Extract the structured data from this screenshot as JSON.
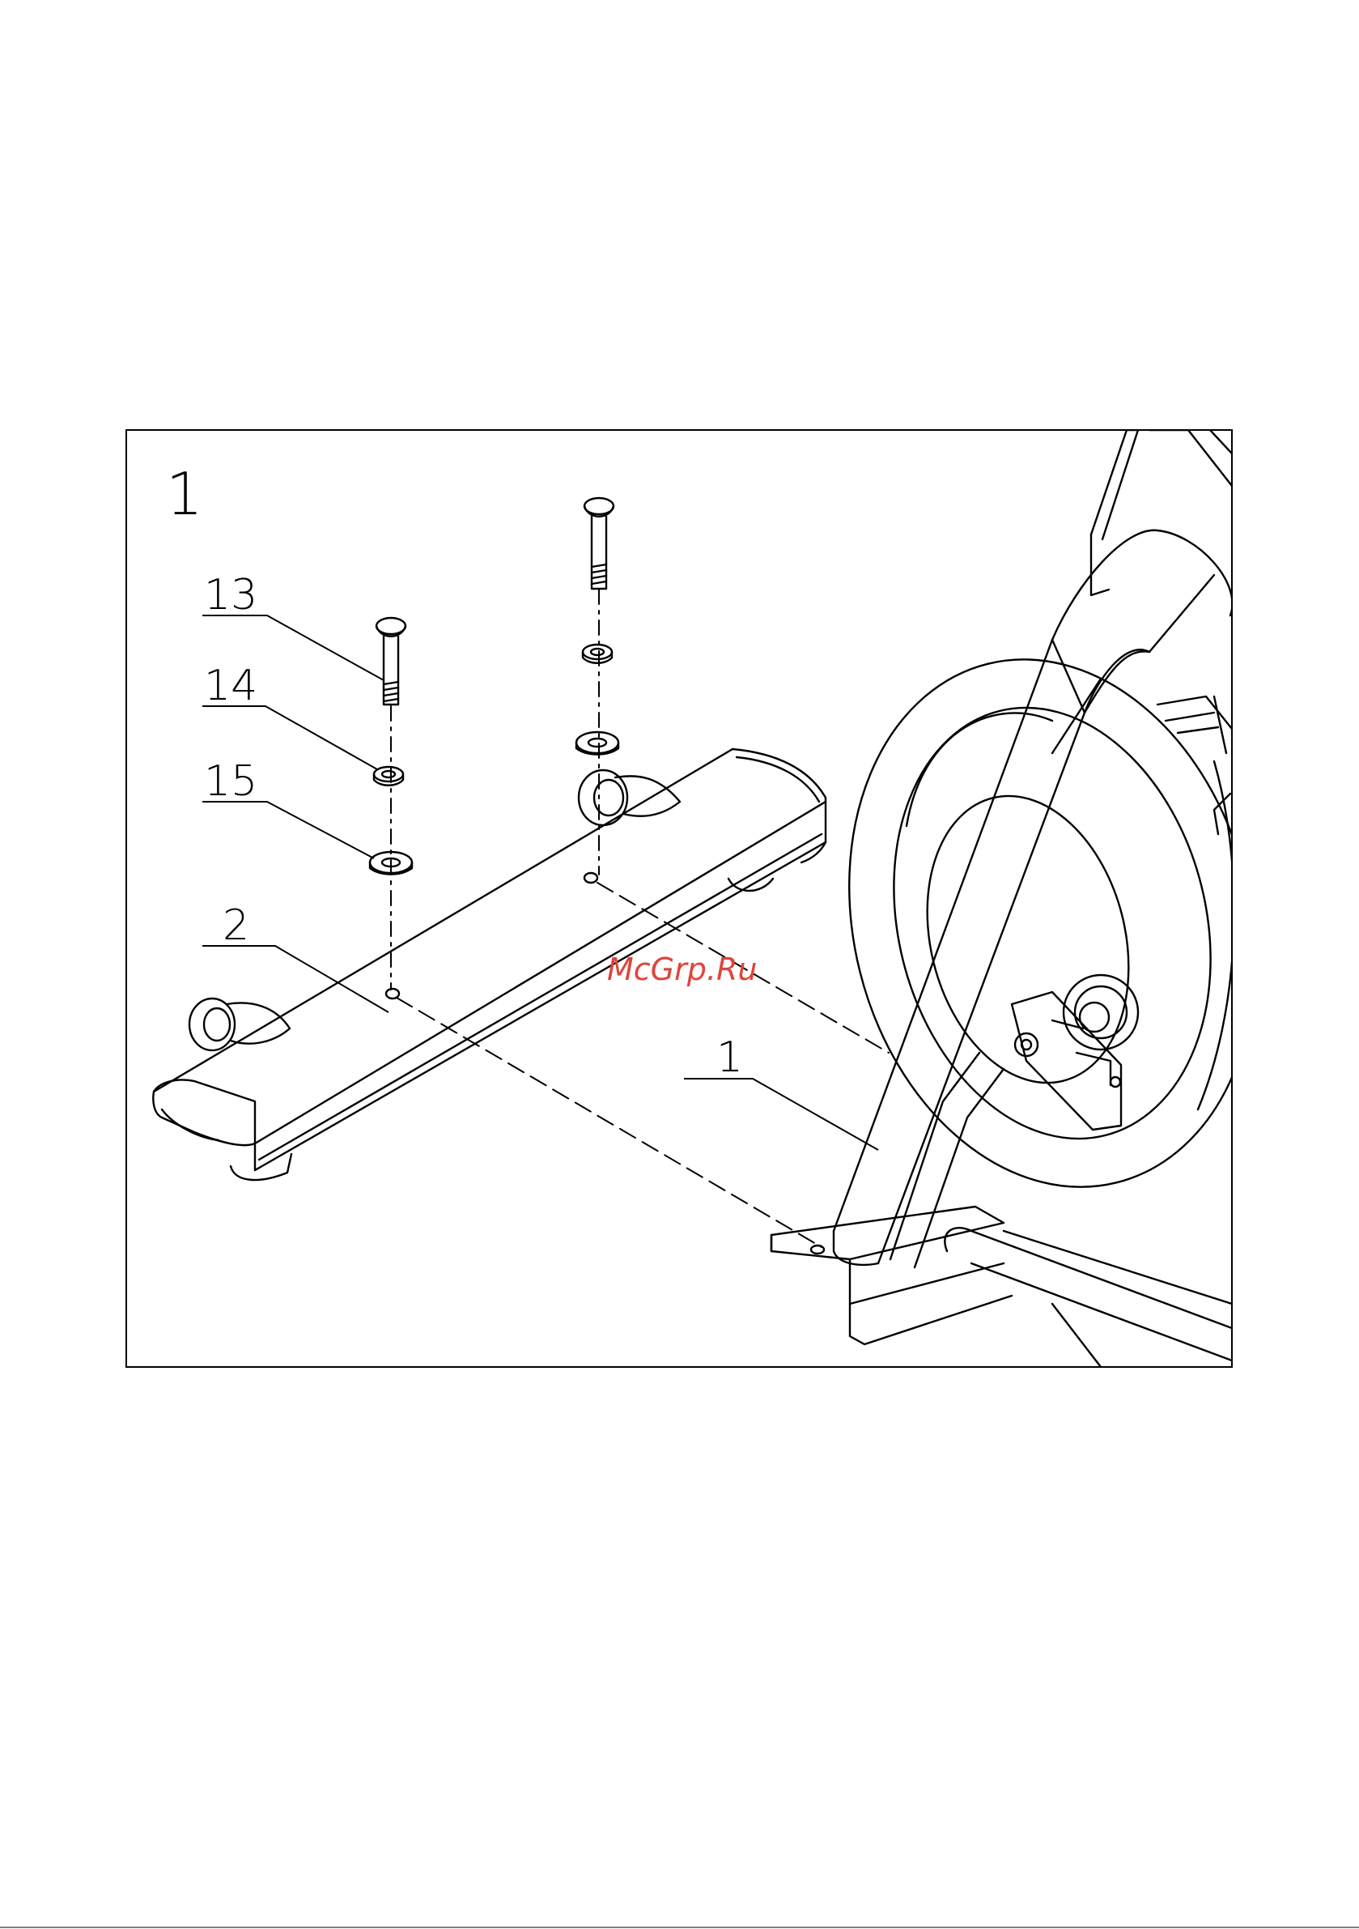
{
  "step_number": "1",
  "callouts": {
    "bolt": "13",
    "spring_washer": "14",
    "flat_washer": "15",
    "front_stabilizer": "2",
    "main_frame": "1"
  },
  "watermark": "McGrp.Ru",
  "colors": {
    "line": "#000000",
    "background": "#ffffff",
    "watermark": "#e0443a"
  }
}
